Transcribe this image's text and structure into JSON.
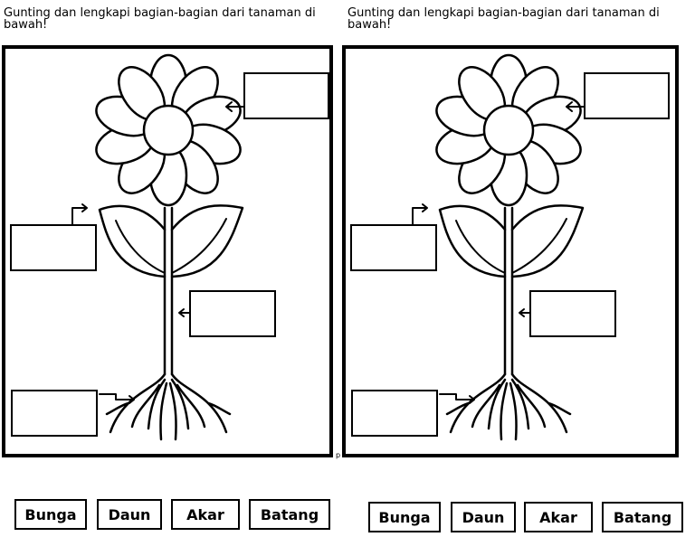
{
  "worksheets": [
    {
      "instruction": "Gunting dan lengkapi bagian-bagian dari tanaman di bawah!"
    },
    {
      "instruction": "Gunting dan lengkapi bagian-bagian dari tanaman di bawah!"
    }
  ],
  "cutouts": [
    [
      "Bunga",
      "Daun",
      "Akar",
      "Batang"
    ],
    [
      "Bunga",
      "Daun",
      "Akar",
      "Batang"
    ]
  ],
  "stray_mark": "p"
}
